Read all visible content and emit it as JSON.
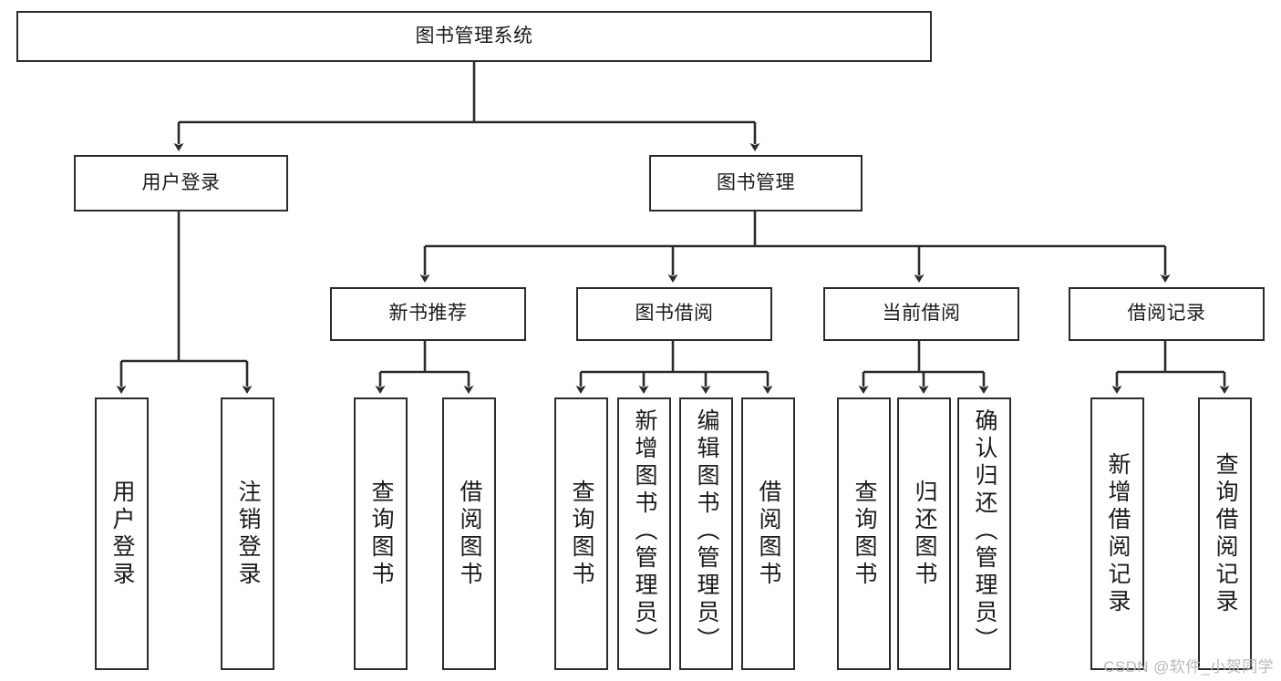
{
  "diagram": {
    "type": "tree",
    "title": "图书管理系统",
    "watermark": "CSDN @软件_小贺同学",
    "colors": {
      "box_border": "#2b2b2b",
      "box_fill": "#ffffff",
      "connector": "#2b2b2b",
      "text": "#1a1a1a",
      "watermark": "#b9b9b9"
    },
    "levels": {
      "root": {
        "label": "图书管理系统"
      },
      "level2": [
        {
          "label": "用户登录"
        },
        {
          "label": "图书管理"
        }
      ],
      "level3": [
        {
          "label": "新书推荐"
        },
        {
          "label": "图书借阅"
        },
        {
          "label": "当前借阅"
        },
        {
          "label": "借阅记录"
        }
      ],
      "leaves": [
        {
          "label": "用户登录"
        },
        {
          "label": "注销登录"
        },
        {
          "label": "查询图书"
        },
        {
          "label": "借阅图书"
        },
        {
          "label": "查询图书"
        },
        {
          "label": "新增图书（管理员）"
        },
        {
          "label": "编辑图书（管理员）"
        },
        {
          "label": "借阅图书"
        },
        {
          "label": "查询图书"
        },
        {
          "label": "归还图书"
        },
        {
          "label": "确认归还（管理员）"
        },
        {
          "label": "新增借阅记录"
        },
        {
          "label": "查询借阅记录"
        }
      ]
    },
    "edges": [
      {
        "from": "图书管理系统",
        "to": "用户登录"
      },
      {
        "from": "图书管理系统",
        "to": "图书管理"
      },
      {
        "from": "图书管理",
        "to": "新书推荐"
      },
      {
        "from": "图书管理",
        "to": "图书借阅"
      },
      {
        "from": "图书管理",
        "to": "当前借阅"
      },
      {
        "from": "图书管理",
        "to": "借阅记录"
      },
      {
        "from": "用户登录",
        "to": "用户登录"
      },
      {
        "from": "用户登录",
        "to": "注销登录"
      },
      {
        "from": "新书推荐",
        "to": "查询图书"
      },
      {
        "from": "新书推荐",
        "to": "借阅图书"
      },
      {
        "from": "图书借阅",
        "to": "查询图书"
      },
      {
        "from": "图书借阅",
        "to": "新增图书（管理员）"
      },
      {
        "from": "图书借阅",
        "to": "编辑图书（管理员）"
      },
      {
        "from": "图书借阅",
        "to": "借阅图书"
      },
      {
        "from": "当前借阅",
        "to": "查询图书"
      },
      {
        "from": "当前借阅",
        "to": "归还图书"
      },
      {
        "from": "当前借阅",
        "to": "确认归还（管理员）"
      },
      {
        "from": "借阅记录",
        "to": "新增借阅记录"
      },
      {
        "from": "借阅记录",
        "to": "查询借阅记录"
      }
    ]
  }
}
